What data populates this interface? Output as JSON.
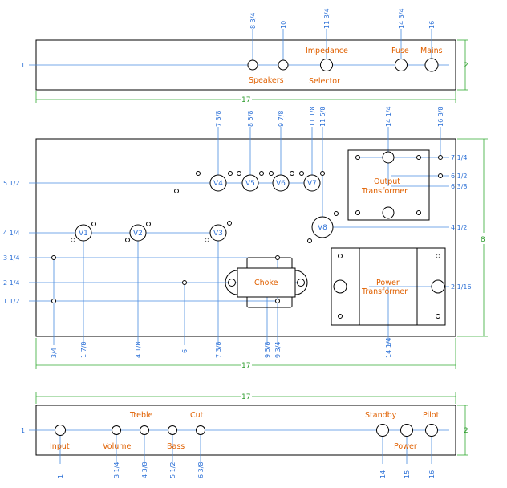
{
  "colors": {
    "outline": "#000000",
    "dimension_line": "#4a8ce0",
    "dimension_text": "#2a6fd6",
    "label_text": "#e06000",
    "total_dimension": "#33aa33"
  },
  "top_panel": {
    "labels": {
      "speakers": "Speakers",
      "impedance": "Impedance",
      "selector": "Selector",
      "fuse": "Fuse",
      "mains": "Mains"
    },
    "dims": {
      "y": "1",
      "height": "2",
      "width": "17",
      "speakers_x": "8 3/4",
      "d10": "10",
      "impedance_x": "11 3/4",
      "fuse_x": "14 3/4",
      "mains_x": "16"
    }
  },
  "chassis": {
    "tubes": [
      "V1",
      "V2",
      "V3",
      "V4",
      "V5",
      "V6",
      "V7",
      "V8"
    ],
    "labels": {
      "output_transformer_l1": "Output",
      "output_transformer_l2": "Transformer",
      "power_transformer_l1": "Power",
      "power_transformer_l2": "Transformer",
      "choke": "Choke"
    },
    "dims": {
      "top_x": [
        "7 3/8",
        "8 5/8",
        "9 7/8",
        "11 1/8",
        "11 5/8",
        "14 1/4",
        "16 3/8"
      ],
      "right_y": [
        "7 1/4",
        "6 1/2",
        "6 3/8",
        "4 1/2",
        "2 1/16"
      ],
      "height": "8",
      "left_y": [
        "5 1/2",
        "4 1/4",
        "3 1/4",
        "2 1/4",
        "1 1/2"
      ],
      "bottom_x": [
        "3/4",
        "1 7/8",
        "4 1/8",
        "6",
        "7 3/8",
        "9 5/8",
        "9 3/4",
        "14 1/4"
      ],
      "width": "17"
    }
  },
  "front_panel": {
    "labels": {
      "input": "Input",
      "volume": "Volume",
      "treble": "Treble",
      "bass": "Bass",
      "cut": "Cut",
      "standby": "Standby",
      "power": "Power",
      "pilot": "Pilot"
    },
    "dims": {
      "width": "17",
      "y": "1",
      "height": "2",
      "bottom_x": [
        "1",
        "3 1/4",
        "4 3/8",
        "5 1/2",
        "6 3/8",
        "14",
        "15",
        "16"
      ]
    }
  }
}
